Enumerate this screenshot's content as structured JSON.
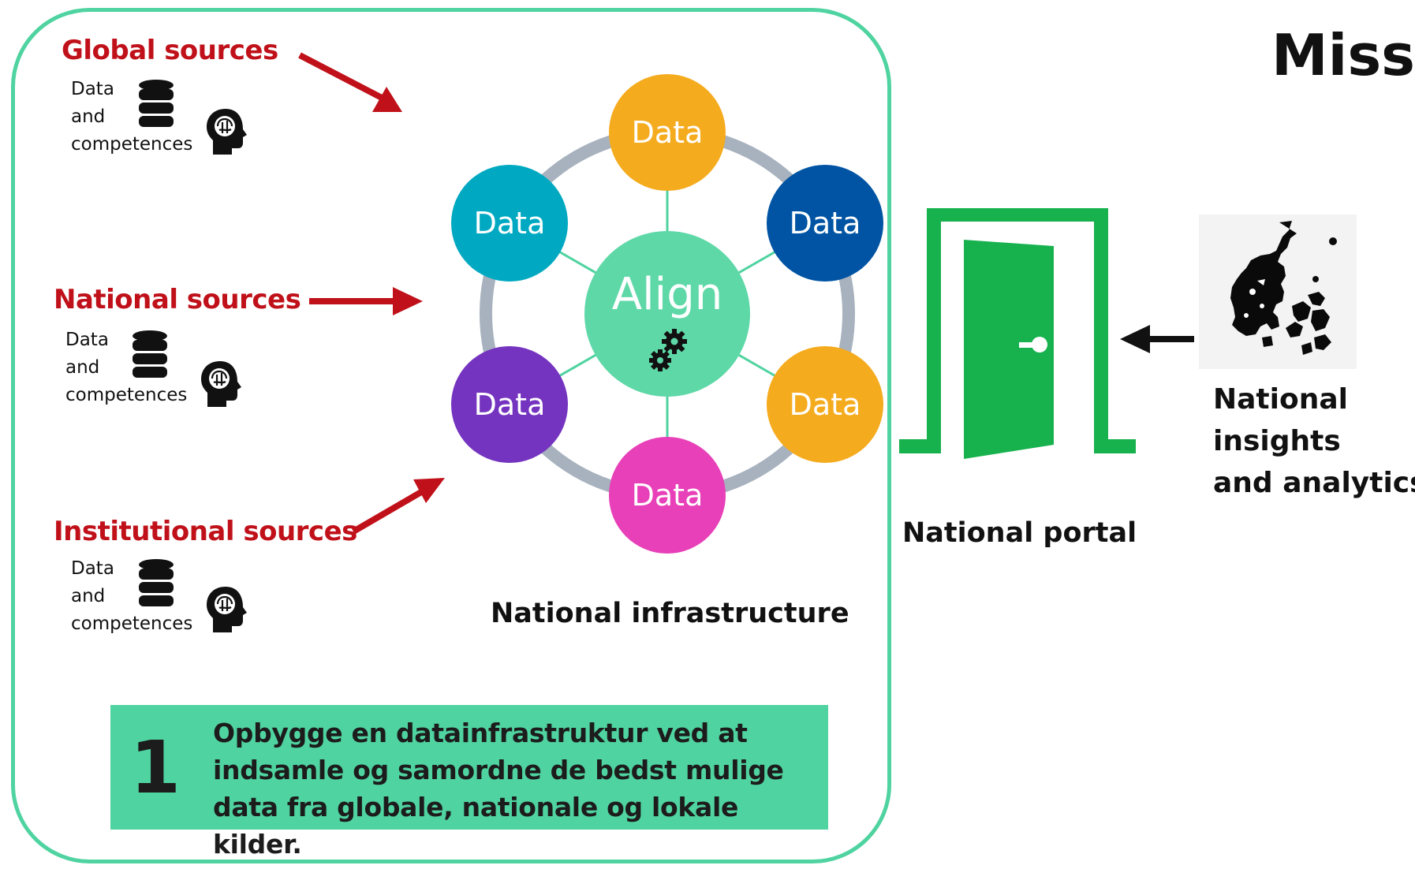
{
  "sources": [
    {
      "title": "Global sources",
      "desc": [
        "Data",
        "and",
        "competences"
      ]
    },
    {
      "title": "National sources",
      "desc": [
        "Data",
        "and",
        "competences"
      ]
    },
    {
      "title": "Institutional sources",
      "desc": [
        "Data",
        "and",
        "competences"
      ]
    }
  ],
  "hub": {
    "center_label": "Align",
    "nodes": [
      {
        "label": "Data",
        "color": "#f5ab1e"
      },
      {
        "label": "Data",
        "color": "#0054a3"
      },
      {
        "label": "Data",
        "color": "#f5ab1e"
      },
      {
        "label": "Data",
        "color": "#e840b8"
      },
      {
        "label": "Data",
        "color": "#7534c0"
      },
      {
        "label": "Data",
        "color": "#00a9c1"
      }
    ],
    "caption": "National infrastructure"
  },
  "portal": {
    "caption": "National portal"
  },
  "analytics": {
    "lines": [
      "National",
      "insights",
      "and analytics"
    ]
  },
  "note": {
    "number": "1",
    "lines": [
      "Opbygge en datainfrastruktur ved at",
      "indsamle og samordne de bedst mulige",
      "data fra globale, nationale og lokale kilder."
    ]
  },
  "mission_title": "Missi",
  "colors": {
    "panel_border": "#4fd3a0",
    "source_red": "#c0111a",
    "portal_green": "#17b24e",
    "ring_gray": "#a7b2be"
  },
  "icons": [
    "database-icon",
    "brain-head-icon",
    "door-icon",
    "denmark-map-icon",
    "gear-icon"
  ]
}
